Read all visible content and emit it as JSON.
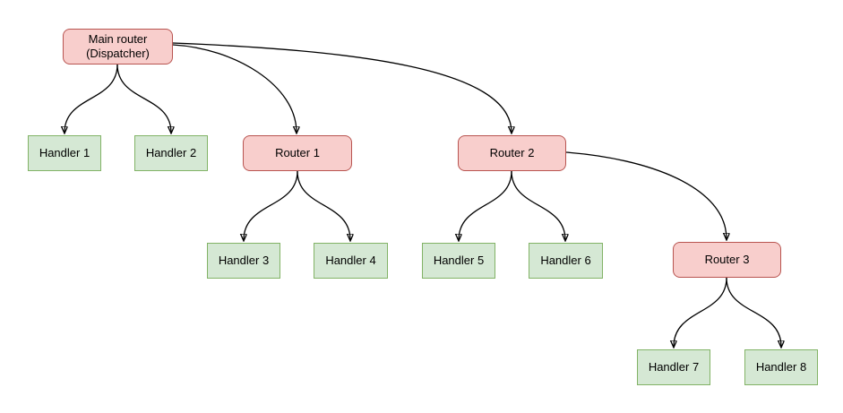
{
  "colors": {
    "background": "#ffffff",
    "router_fill": "#f8cecc",
    "router_border": "#b85450",
    "handler_fill": "#d5e8d4",
    "handler_border": "#82b366",
    "edge": "#000000"
  },
  "nodes": {
    "main": {
      "label": "Main router\n(Dispatcher)",
      "type": "router"
    },
    "router1": {
      "label": "Router 1",
      "type": "router"
    },
    "router2": {
      "label": "Router 2",
      "type": "router"
    },
    "router3": {
      "label": "Router 3",
      "type": "router"
    },
    "handler1": {
      "label": "Handler 1",
      "type": "handler"
    },
    "handler2": {
      "label": "Handler 2",
      "type": "handler"
    },
    "handler3": {
      "label": "Handler 3",
      "type": "handler"
    },
    "handler4": {
      "label": "Handler 4",
      "type": "handler"
    },
    "handler5": {
      "label": "Handler 5",
      "type": "handler"
    },
    "handler6": {
      "label": "Handler 6",
      "type": "handler"
    },
    "handler7": {
      "label": "Handler 7",
      "type": "handler"
    },
    "handler8": {
      "label": "Handler 8",
      "type": "handler"
    }
  },
  "edges": [
    {
      "from": "main",
      "to": "handler1"
    },
    {
      "from": "main",
      "to": "handler2"
    },
    {
      "from": "main",
      "to": "router1"
    },
    {
      "from": "main",
      "to": "router2"
    },
    {
      "from": "router1",
      "to": "handler3"
    },
    {
      "from": "router1",
      "to": "handler4"
    },
    {
      "from": "router2",
      "to": "handler5"
    },
    {
      "from": "router2",
      "to": "handler6"
    },
    {
      "from": "router2",
      "to": "router3"
    },
    {
      "from": "router3",
      "to": "handler7"
    },
    {
      "from": "router3",
      "to": "handler8"
    }
  ]
}
